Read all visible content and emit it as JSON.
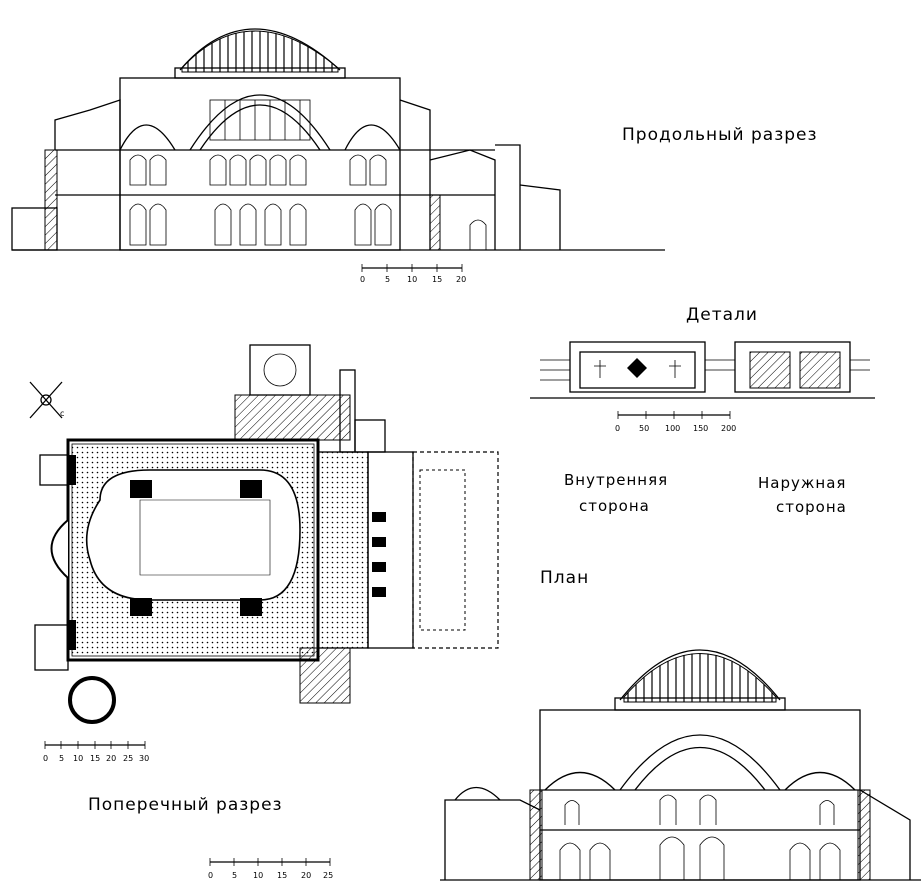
{
  "labels": {
    "longitudinal_section": "Продольный разрез",
    "details": "Детали",
    "interior_side_line1": "Внутренняя",
    "interior_side_line2": "сторона",
    "exterior_side_line1": "Наружная",
    "exterior_side_line2": "сторона",
    "plan": "План",
    "cross_section": "Поперечный разрез",
    "compass_letter": "с"
  },
  "scales": {
    "longitudinal": [
      "0",
      "5",
      "10",
      "15",
      "20"
    ],
    "details": [
      "0",
      "50",
      "100",
      "150",
      "200"
    ],
    "plan": [
      "0",
      "5",
      "10",
      "15",
      "20",
      "25",
      "30"
    ],
    "cross": [
      "0",
      "5",
      "10",
      "15",
      "20",
      "25"
    ]
  }
}
